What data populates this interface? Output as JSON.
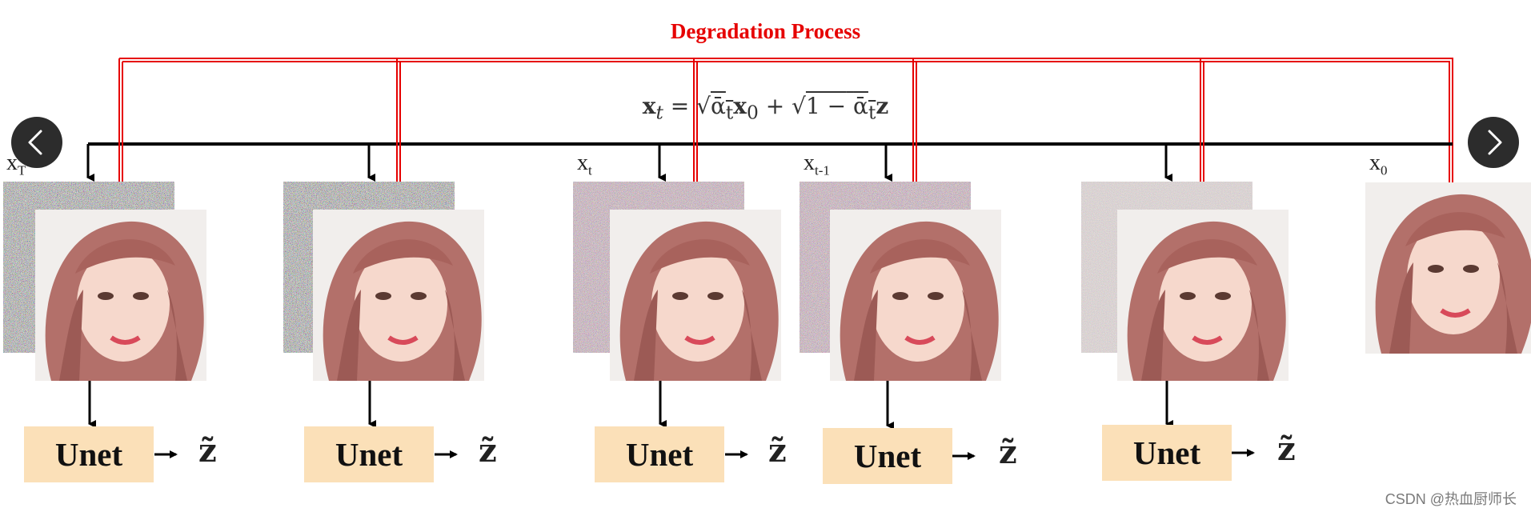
{
  "diagram": {
    "title": "Degradation Process",
    "formula": {
      "xt": "x",
      "t_sub": "t",
      "equals": "=",
      "alpha_bar": "ᾱ",
      "x0_sub": "0",
      "one_minus": "1 −",
      "z": "z",
      "plus": "+"
    },
    "stages": [
      {
        "label": "x",
        "sub": "T",
        "unet": "Unet",
        "out": "z̃"
      },
      {
        "label": "",
        "sub": "",
        "unet": "Unet",
        "out": "z̃"
      },
      {
        "label": "x",
        "sub": "t",
        "unet": "Unet",
        "out": "z̃"
      },
      {
        "label": "x",
        "sub": "t-1",
        "unet": "Unet",
        "out": "z̃"
      },
      {
        "label": "",
        "sub": "",
        "unet": "Unet",
        "out": "z̃"
      },
      {
        "label": "x",
        "sub": "0"
      }
    ],
    "colors": {
      "arrow_red": "#e60000",
      "arrow_black": "#000000",
      "unet_fill": "#fbe0b8"
    }
  },
  "watermark": "CSDN @热血厨师长",
  "nav": {
    "prev_icon": "chevron-left-icon",
    "next_icon": "chevron-right-icon"
  }
}
